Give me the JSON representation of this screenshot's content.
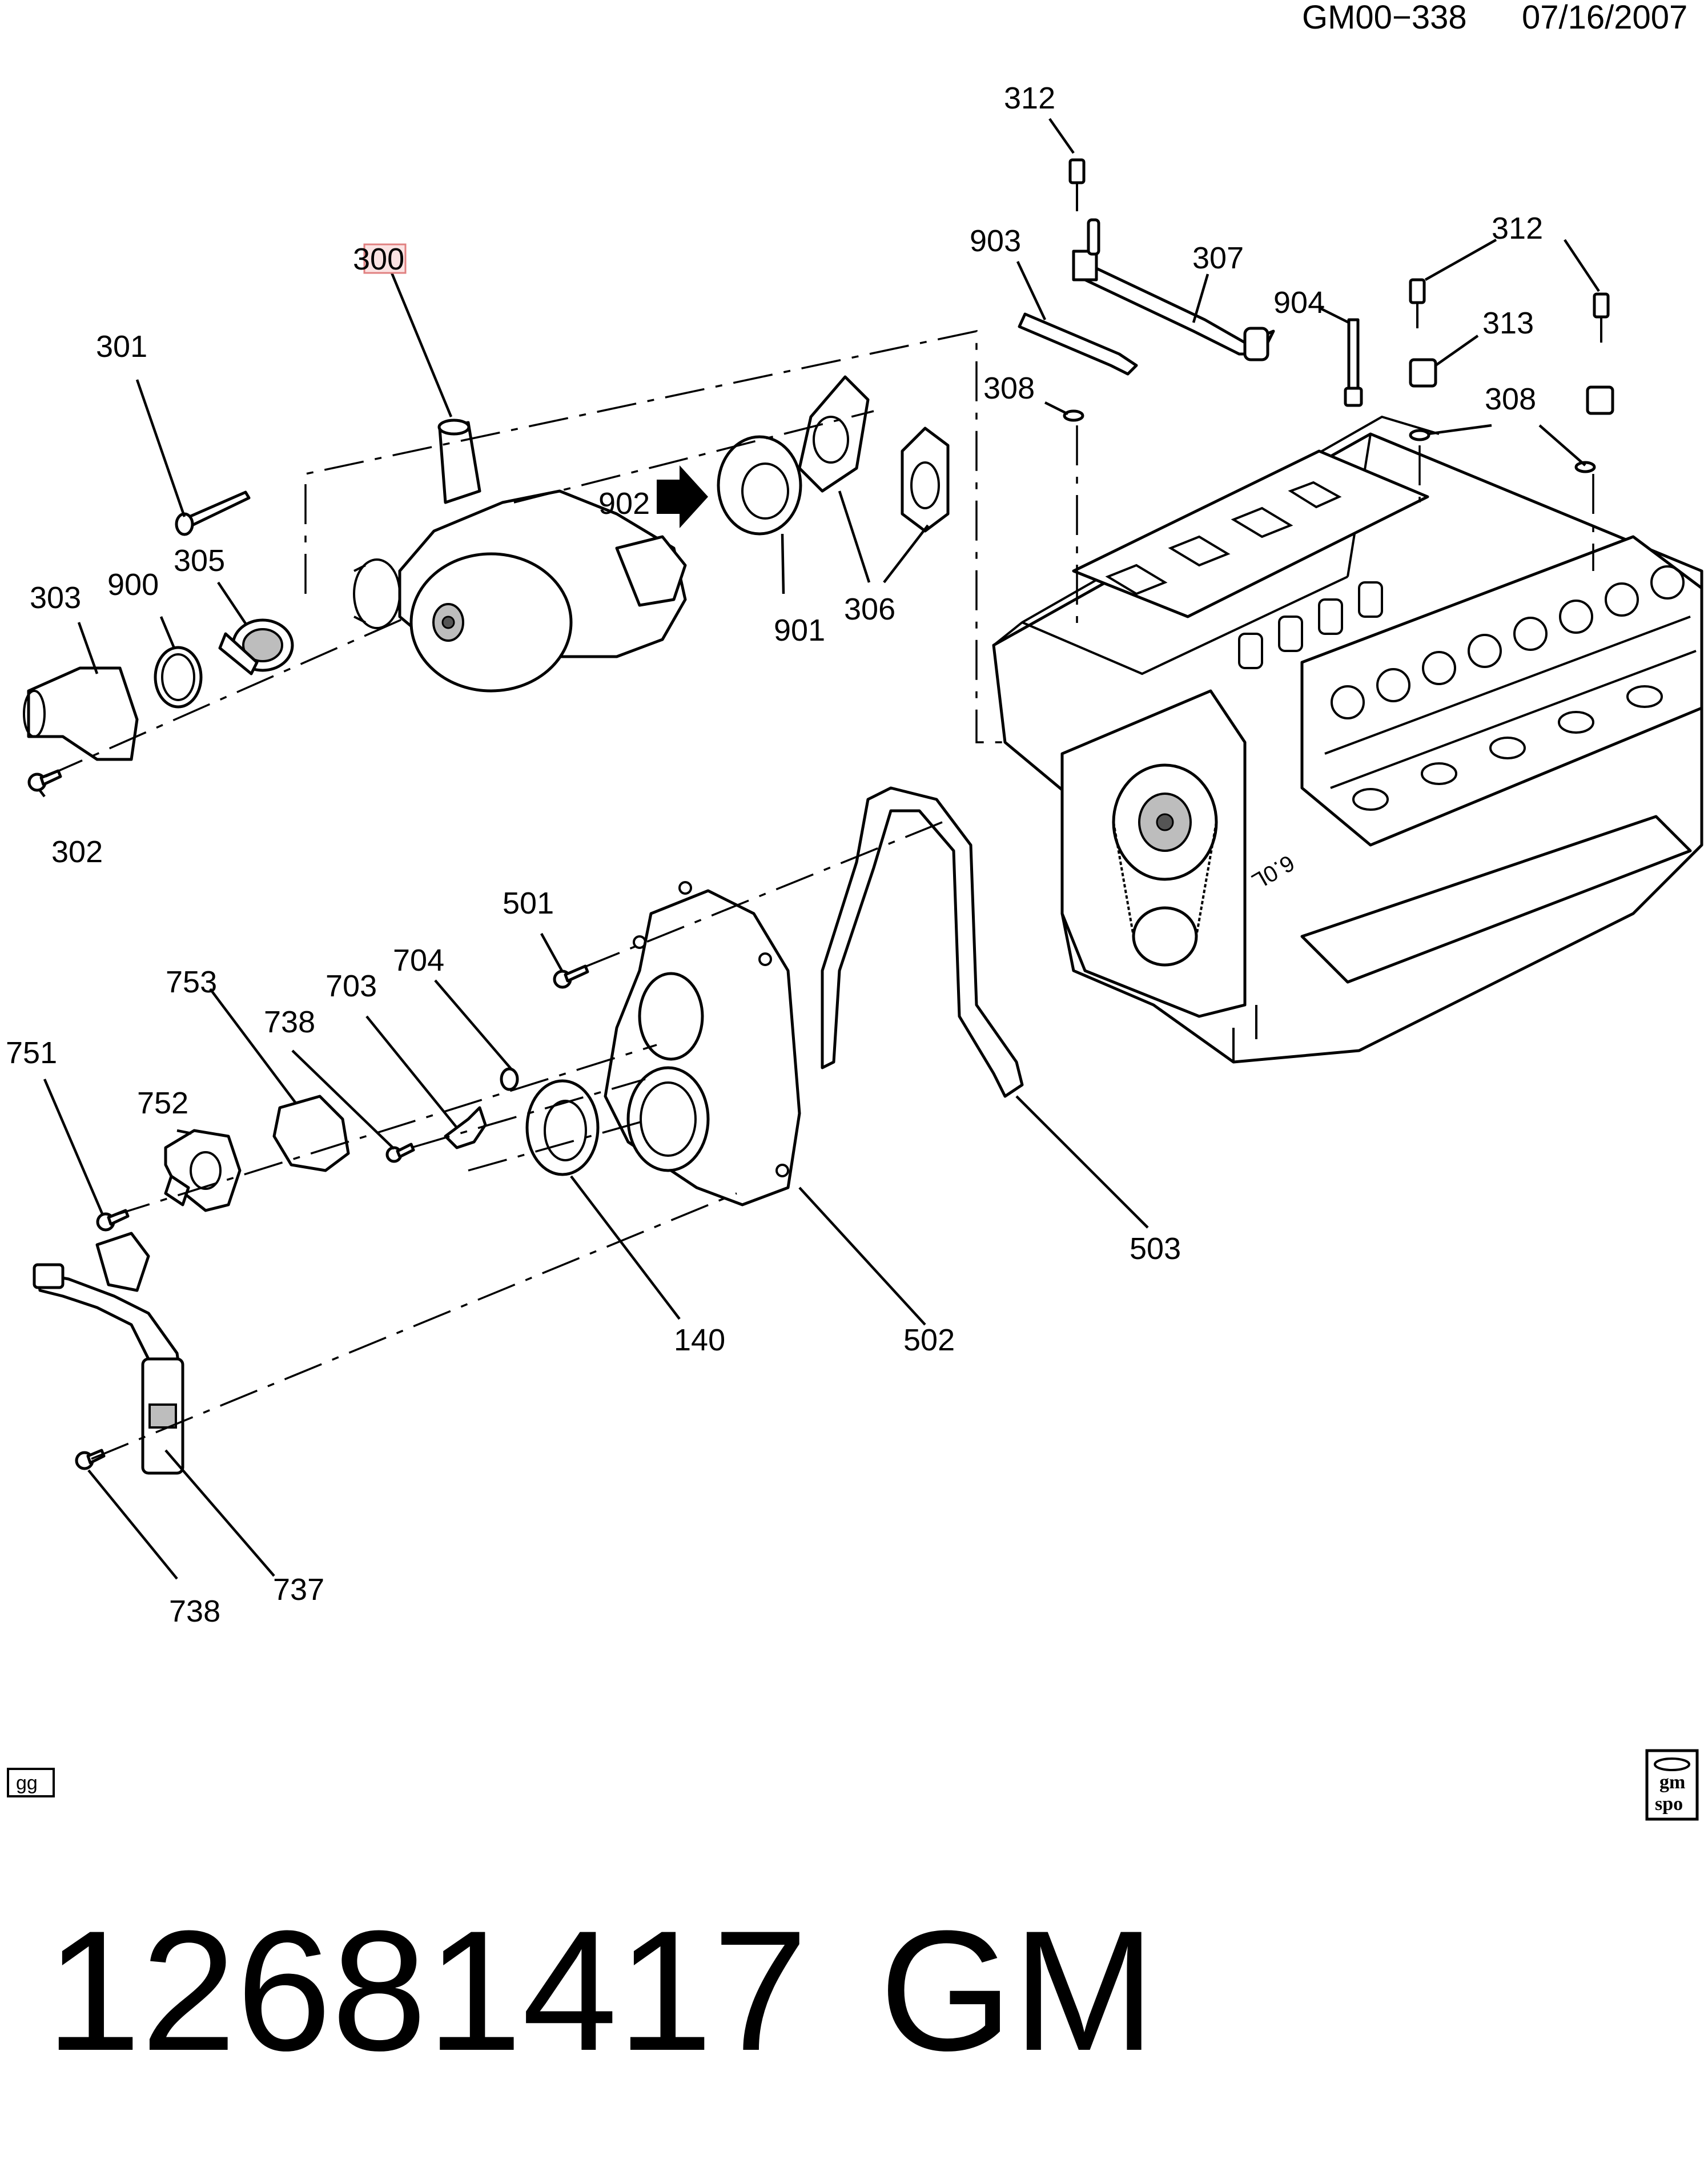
{
  "header": {
    "drawing_id": "GM00−338",
    "date": "07/16/2007"
  },
  "callouts": {
    "c300": "300",
    "c301": "301",
    "c302": "302",
    "c303": "303",
    "c305": "305",
    "c306": "306",
    "c307": "307",
    "c308a": "308",
    "c308b": "308",
    "c312a": "312",
    "c312b": "312",
    "c313": "313",
    "c900": "900",
    "c901": "901",
    "c902": "902",
    "c903": "903",
    "c904": "904",
    "c501": "501",
    "c502": "502",
    "c503": "503",
    "c703": "703",
    "c704": "704",
    "c737": "737",
    "c738a": "738",
    "c738b": "738",
    "c751": "751",
    "c752": "752",
    "c753": "753",
    "c140": "140"
  },
  "footer": {
    "gg_badge": "gg",
    "logo_top": "gm",
    "logo_bottom": "spo",
    "part_number": "12681417",
    "brand": "GM"
  },
  "highlight_color": "#e8a0a0"
}
